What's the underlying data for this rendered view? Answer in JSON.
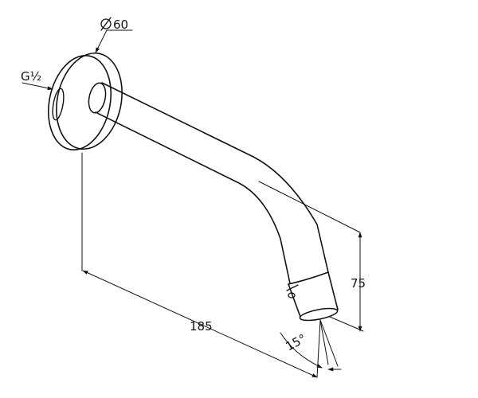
{
  "dimensions": {
    "thread": "G½",
    "flange_diameter": "60",
    "length": "185",
    "height": "75",
    "angle": "15°"
  },
  "colors": {
    "line": "#111111",
    "background": "#ffffff"
  }
}
